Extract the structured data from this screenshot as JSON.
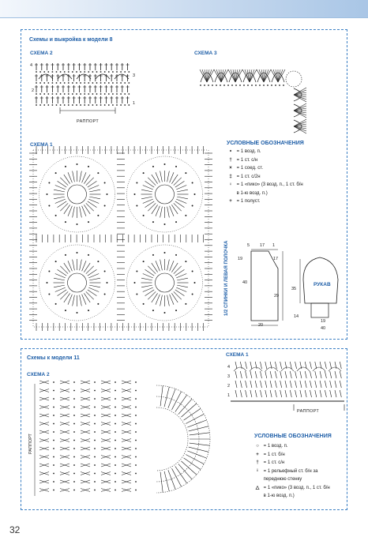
{
  "upper": {
    "title": "Схемы и выкройка к модели 8",
    "scheme2": {
      "label": "СХЕМА 2",
      "rows": [
        "4",
        "2",
        "3",
        "1"
      ],
      "rapport": "РАППОРТ"
    },
    "scheme3": {
      "label": "СХЕМА 3"
    },
    "scheme1": {
      "label": "СХЕМА 1"
    },
    "legend": {
      "title": "УСЛОВНЫЕ ОБОЗНАЧЕНИЯ",
      "items": [
        {
          "symbol": "∘",
          "text": "= 1 возд. п."
        },
        {
          "symbol": "†",
          "text": "= 1 ст. с/н"
        },
        {
          "symbol": "×",
          "text": "= 1 соед. ст."
        },
        {
          "symbol": "‡",
          "text": "= 1 ст. с/2н"
        },
        {
          "symbol": "♀",
          "text": "= 1 «пико» (3 возд. п., 1 ст. б/н"
        },
        {
          "symbol": "",
          "text": "в 1-ю возд. п.)"
        },
        {
          "symbol": "+",
          "text": "= 1 полуст."
        }
      ]
    },
    "pattern": {
      "back_label": "1/2 СПИНКИ И ЛЕВАЯ ПОЛОЧКА",
      "back_dims": {
        "top": "5",
        "top2": "17",
        "top3": "1",
        "d17": "17",
        "d19": "19",
        "d40": "40",
        "d29": "29",
        "d20": "20"
      },
      "sleeve_label": "РУКАВ",
      "sleeve_dims": {
        "d35": "35",
        "d14": "14",
        "d19": "19",
        "d40": "40"
      }
    }
  },
  "lower": {
    "title": "Схемы к модели 11",
    "scheme2": {
      "label": "СХЕМА 2",
      "rapport": "РАППОРТ"
    },
    "scheme1": {
      "label": "СХЕМА 1",
      "rows": [
        "4",
        "3",
        "2",
        "1"
      ],
      "rapport": "РАППОРТ"
    },
    "legend": {
      "title": "УСЛОВНЫЕ ОБОЗНАЧЕНИЯ",
      "items": [
        {
          "symbol": "○",
          "text": "= 1 возд. п."
        },
        {
          "symbol": "+",
          "text": "= 1 ст. б/н"
        },
        {
          "symbol": "†",
          "text": "= 1 ст. с/н"
        },
        {
          "symbol": "ꜟ",
          "text": "= 1 рельефный ст. б/н за"
        },
        {
          "symbol": "",
          "text": "переднюю стенку"
        },
        {
          "symbol": "△",
          "text": "= 1 «пико» (3 возд. п., 1 ст. б/н"
        },
        {
          "symbol": "",
          "text": "в 1-ю возд. п.)"
        }
      ]
    }
  },
  "page_number": "32"
}
